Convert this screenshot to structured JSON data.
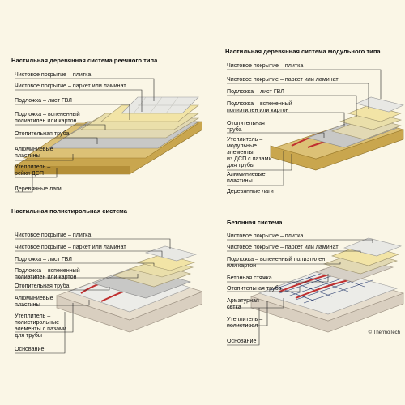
{
  "diagrams": [
    {
      "title": "Настильная деревянная система реечного типа",
      "labels": [
        "Чистовое покрытие – плитка",
        "Чистовое покрытие – паркет или ламинат",
        "Подложка – лист ГВЛ",
        "Подложка – вспененный\nполиэтилен или картон",
        "Отопительная труба",
        "Алюминиевые\nпластины",
        "Утеплитель –\nрейки ДСП",
        "Деревянные лаги"
      ]
    },
    {
      "title": "Настильная деревянная система модульного типа",
      "labels": [
        "Чистовое покрытие – плитка",
        "Чистовое покрытие – паркет или ламинат",
        "Подложка – лист ГВЛ",
        "Подложка – вспененный\nполиэтилен или картон",
        "Отопительная\nтруба",
        "Утеплитель –\nмодульные\nэлементы\nиз ДСП с пазами\nдля трубы",
        "Алюминиевые\nпластины",
        "Деревянные лаги"
      ]
    },
    {
      "title": "Настильная полистирольная система",
      "labels": [
        "Чистовое покрытие – плитка",
        "Чистовое покрытие – паркет или ламинат",
        "Подложка – лист ГВЛ",
        "Подложка – вспененный\nполиэтилен или картон",
        "Отопительная труба",
        "Алюминиевые\nпластины",
        "Утеплитель –\nполистирольные\nэлементы с пазами\nдля трубы",
        "Основание"
      ]
    },
    {
      "title": "Бетонная система",
      "labels": [
        "Чистовое покрытие – плитка",
        "Чистовое покрытие – паркет или ламинат",
        "Подложка – вспененный полиэтилен\nили картон",
        "Бетонная стяжка",
        "Отопительная труба",
        "Арматурная\nсетка",
        "Утеплитель –\nполистирол",
        "Основание"
      ]
    }
  ],
  "credit": "© ThermoTech",
  "colors": {
    "background": "#faf6e6",
    "wood": "#d4b769",
    "tile": "#e8e8e4",
    "pipe": "#c03030",
    "plate": "#c8c8c6",
    "concrete": "#d9cfc0"
  }
}
